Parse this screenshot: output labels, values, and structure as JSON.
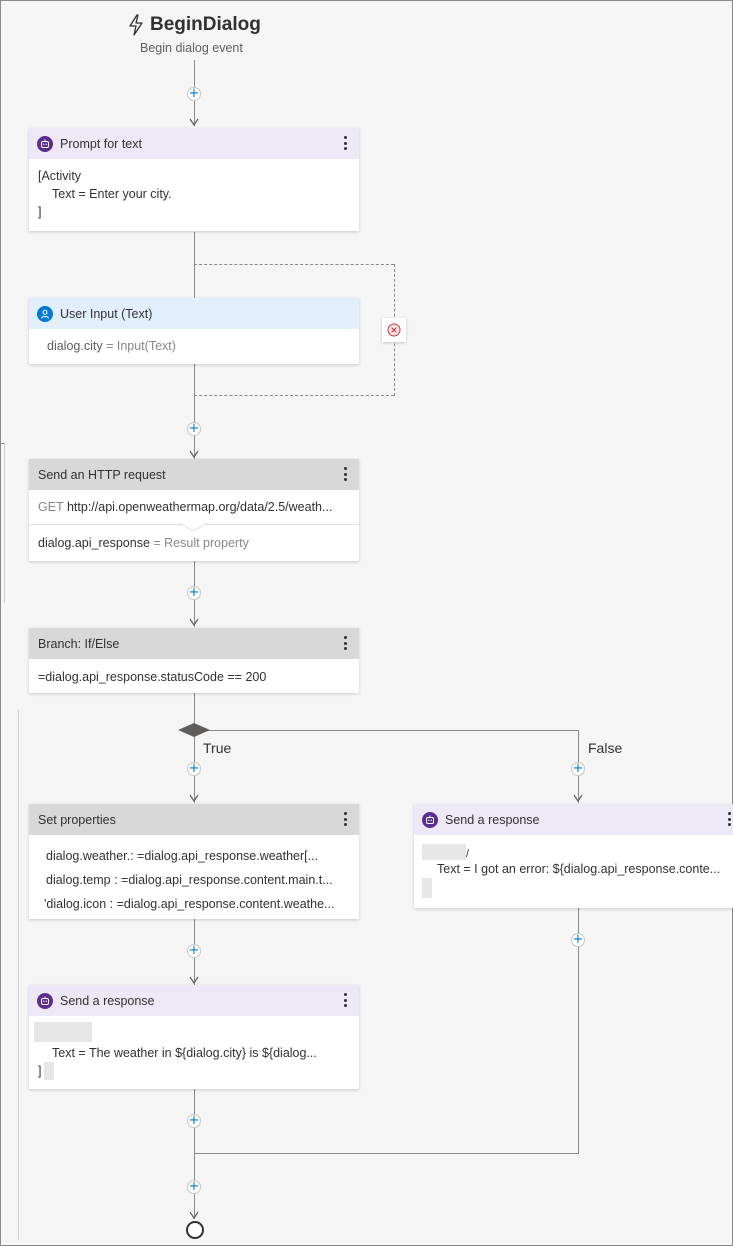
{
  "trigger": {
    "title": "BeginDialog",
    "subtitle": "Begin dialog event"
  },
  "prompt_card": {
    "title": "Prompt for text",
    "body_line1": "[Activity",
    "body_line2": "Text = Enter your city.",
    "body_line3": "]"
  },
  "input_card": {
    "title": "User Input (Text)",
    "property": "dialog.city",
    "value": "= Input(Text)"
  },
  "http_card": {
    "title": "Send an HTTP request",
    "method": "GET",
    "url": "http://api.openweathermap.org/data/2.5/weath...",
    "result_prop": "dialog.api_response",
    "result_label": "= Result property"
  },
  "branch_card": {
    "title": "Branch: If/Else",
    "condition": "=dialog.api_response.statusCode == 200",
    "true_label": "True",
    "false_label": "False"
  },
  "set_card": {
    "title": "Set properties",
    "rows": [
      "dialog.weather.: =dialog.api_response.weather[...",
      "dialog.temp : =dialog.api_response.content.main.t...",
      "'dialog.icon : =dialog.api_response.content.weathe..."
    ]
  },
  "response_true": {
    "title": "Send a response",
    "text": "Text = The weather in ${dialog.city} is ${dialog...",
    "close": "]"
  },
  "response_false": {
    "title": "Send a response",
    "slash": "/",
    "text": "Text = I got an error: ${dialog.api_response.conte..."
  },
  "colors": {
    "purple_header": "#ede8f5",
    "blue_header": "#e1effc",
    "gray_header": "#d8d8d8",
    "accent_blue": "#0078d4",
    "bot_purple": "#5c2d91"
  }
}
